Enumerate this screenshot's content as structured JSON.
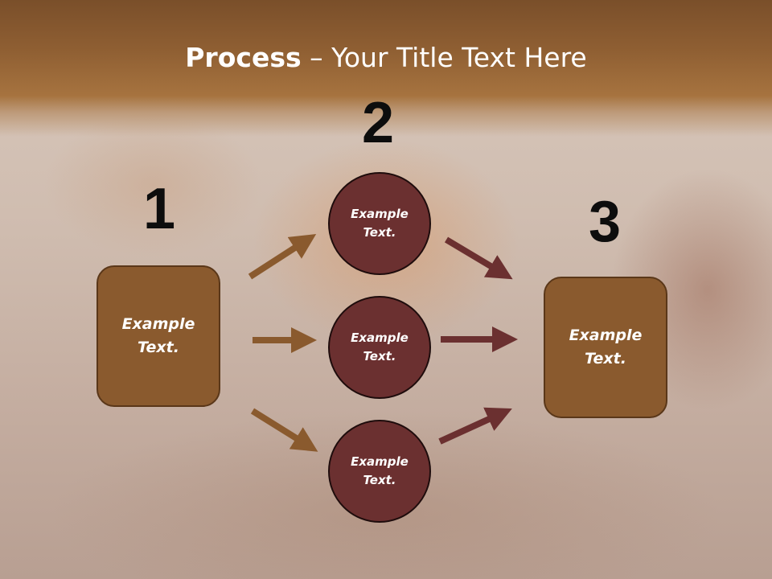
{
  "slide": {
    "title_bold": "Process",
    "title_rest": " – Your Title Text Here"
  },
  "steps": {
    "num1": "1",
    "num2": "2",
    "num3": "3"
  },
  "nodes": {
    "left_box": "Example\nText.",
    "circle_top": "Example\nText.",
    "circle_mid": "Example\nText.",
    "circle_bottom": "Example\nText.",
    "right_box": "Example\nText."
  },
  "colors": {
    "banner": "#8e5e32",
    "box_fill": "#8a5a2e",
    "circle_fill": "#6b3030",
    "arrow_left": "#8a5a2e",
    "arrow_right": "#6b3030"
  }
}
